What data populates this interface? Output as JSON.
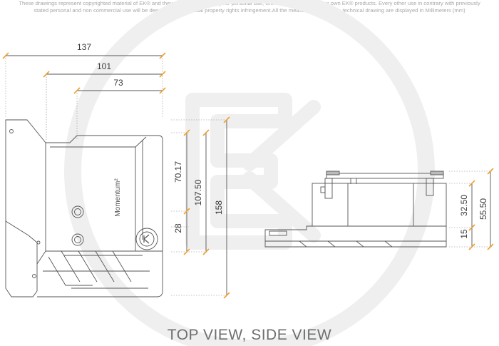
{
  "disclaimer": {
    "line1": "These drawings represent copyrighted material of EK® and they are meant only for your personal use, with regards to use of  your own EK® products. Every other use in contrary with previously",
    "line2": "stated personal and non commercial use will be deemed as intellectual property rights infringement.All the measurements on the technical drawing are displayed in Millimeters (mm)"
  },
  "top_view": {
    "dim_137": "137",
    "dim_101": "101",
    "dim_73": "73",
    "dim_70_17": "70.17",
    "dim_107_50": "107.50",
    "dim_28": "28",
    "dim_158": "158",
    "product_label": "Momentum²"
  },
  "side_view": {
    "dim_32_50": "32.50",
    "dim_15": "15",
    "dim_55_50": "55.50"
  },
  "caption": "TOP VIEW, SIDE VIEW",
  "colors": {
    "tick": "#f0a030",
    "line": "#555555",
    "text": "#3a3a3a",
    "watermark": "#eeeeee"
  }
}
